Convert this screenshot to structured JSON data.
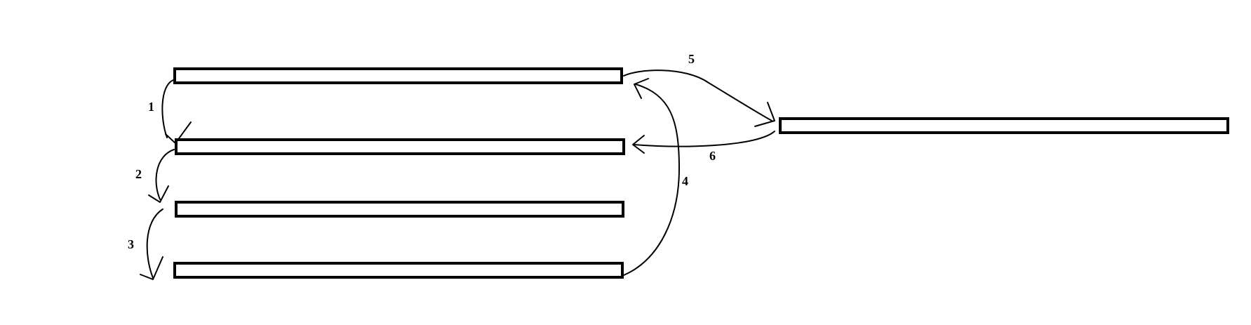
{
  "diagram": {
    "bars": [
      {
        "id": "row-1"
      },
      {
        "id": "row-2"
      },
      {
        "id": "row-3"
      },
      {
        "id": "row-4"
      },
      {
        "id": "target-row"
      }
    ],
    "steps": [
      {
        "label": "1",
        "from": "row-1",
        "to": "row-2"
      },
      {
        "label": "2",
        "from": "row-2",
        "to": "row-3"
      },
      {
        "label": "3",
        "from": "row-3",
        "to": "below-row-4"
      },
      {
        "label": "4",
        "from": "row-4",
        "to": "row-1"
      },
      {
        "label": "5",
        "from": "row-1",
        "to": "target-row"
      },
      {
        "label": "6",
        "from": "target-row",
        "to": "row-2"
      }
    ],
    "colors": {
      "stroke": "#000000",
      "background": "#ffffff"
    }
  }
}
